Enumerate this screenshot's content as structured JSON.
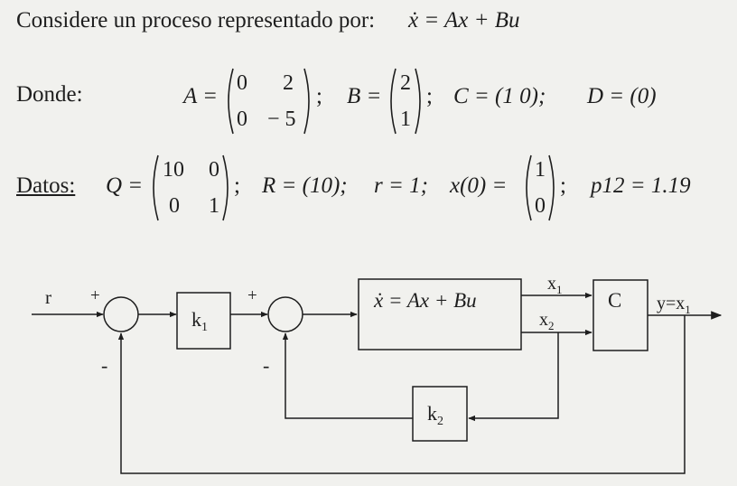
{
  "intro": {
    "text": "Considere un proceso representado por:",
    "equation": "ẋ = Ax + Bu"
  },
  "donde": {
    "label": "Donde:",
    "A": {
      "name": "A =",
      "r1c1": "0",
      "r1c2": "2",
      "r2c1": "0",
      "r2c2": "− 5",
      "sep": ";"
    },
    "B": {
      "name": "B =",
      "r1": "2",
      "r2": "1",
      "sep": ";"
    },
    "C": {
      "text": "C = (1   0);"
    },
    "D": {
      "text": "D = (0)"
    }
  },
  "datos": {
    "label": "Datos:",
    "Q": {
      "name": "Q =",
      "r1c1": "10",
      "r1c2": "0",
      "r2c1": "0",
      "r2c2": "1",
      "sep": ";"
    },
    "R": {
      "text": "R = (10);"
    },
    "r": {
      "text": "r = 1;"
    },
    "x0": {
      "name": "x(0) =",
      "r1": "1",
      "r2": "0",
      "sep": ";"
    },
    "p12": {
      "text": "p12 = 1.19"
    }
  },
  "diagram": {
    "input_label": "r",
    "sum1_plus": "+",
    "sum1_minus": "-",
    "k1": {
      "base": "k",
      "sub": "1"
    },
    "sum2_plus": "+",
    "sum2_minus": "-",
    "plant": "ẋ = Ax + Bu",
    "x1": {
      "base": "x",
      "sub": "1"
    },
    "x2": {
      "base": "x",
      "sub": "2"
    },
    "C": "C",
    "output": {
      "base": "y=x",
      "sub": "1"
    },
    "k2": {
      "base": "k",
      "sub": "2"
    }
  }
}
